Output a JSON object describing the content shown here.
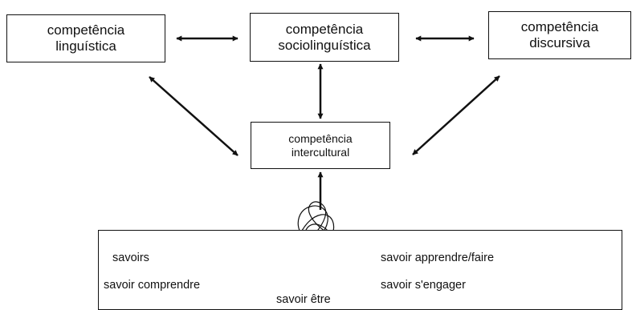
{
  "boxes": {
    "linguistica": [
      "competência",
      "linguística"
    ],
    "sociolinguistica": [
      "competência",
      "sociolinguística"
    ],
    "discursiva": [
      "competência",
      "discursiva"
    ],
    "intercultural": [
      "competência",
      "intercultural"
    ]
  },
  "savoirs": {
    "savoirs": "savoirs",
    "comprendre": "savoir comprendre",
    "etre": "savoir être",
    "apprendre": "savoir apprendre/faire",
    "engager": "savoir s'engager"
  }
}
